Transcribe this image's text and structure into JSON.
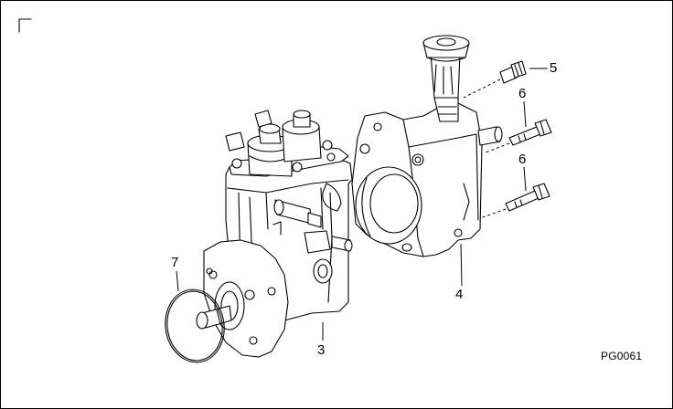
{
  "diagram": {
    "callouts": [
      {
        "id": "5",
        "label": "5"
      },
      {
        "id": "6a",
        "label": "6"
      },
      {
        "id": "6b",
        "label": "6"
      },
      {
        "id": "7",
        "label": "7"
      },
      {
        "id": "4",
        "label": "4"
      },
      {
        "id": "3",
        "label": "3"
      }
    ],
    "figure_code": "PG0061"
  }
}
